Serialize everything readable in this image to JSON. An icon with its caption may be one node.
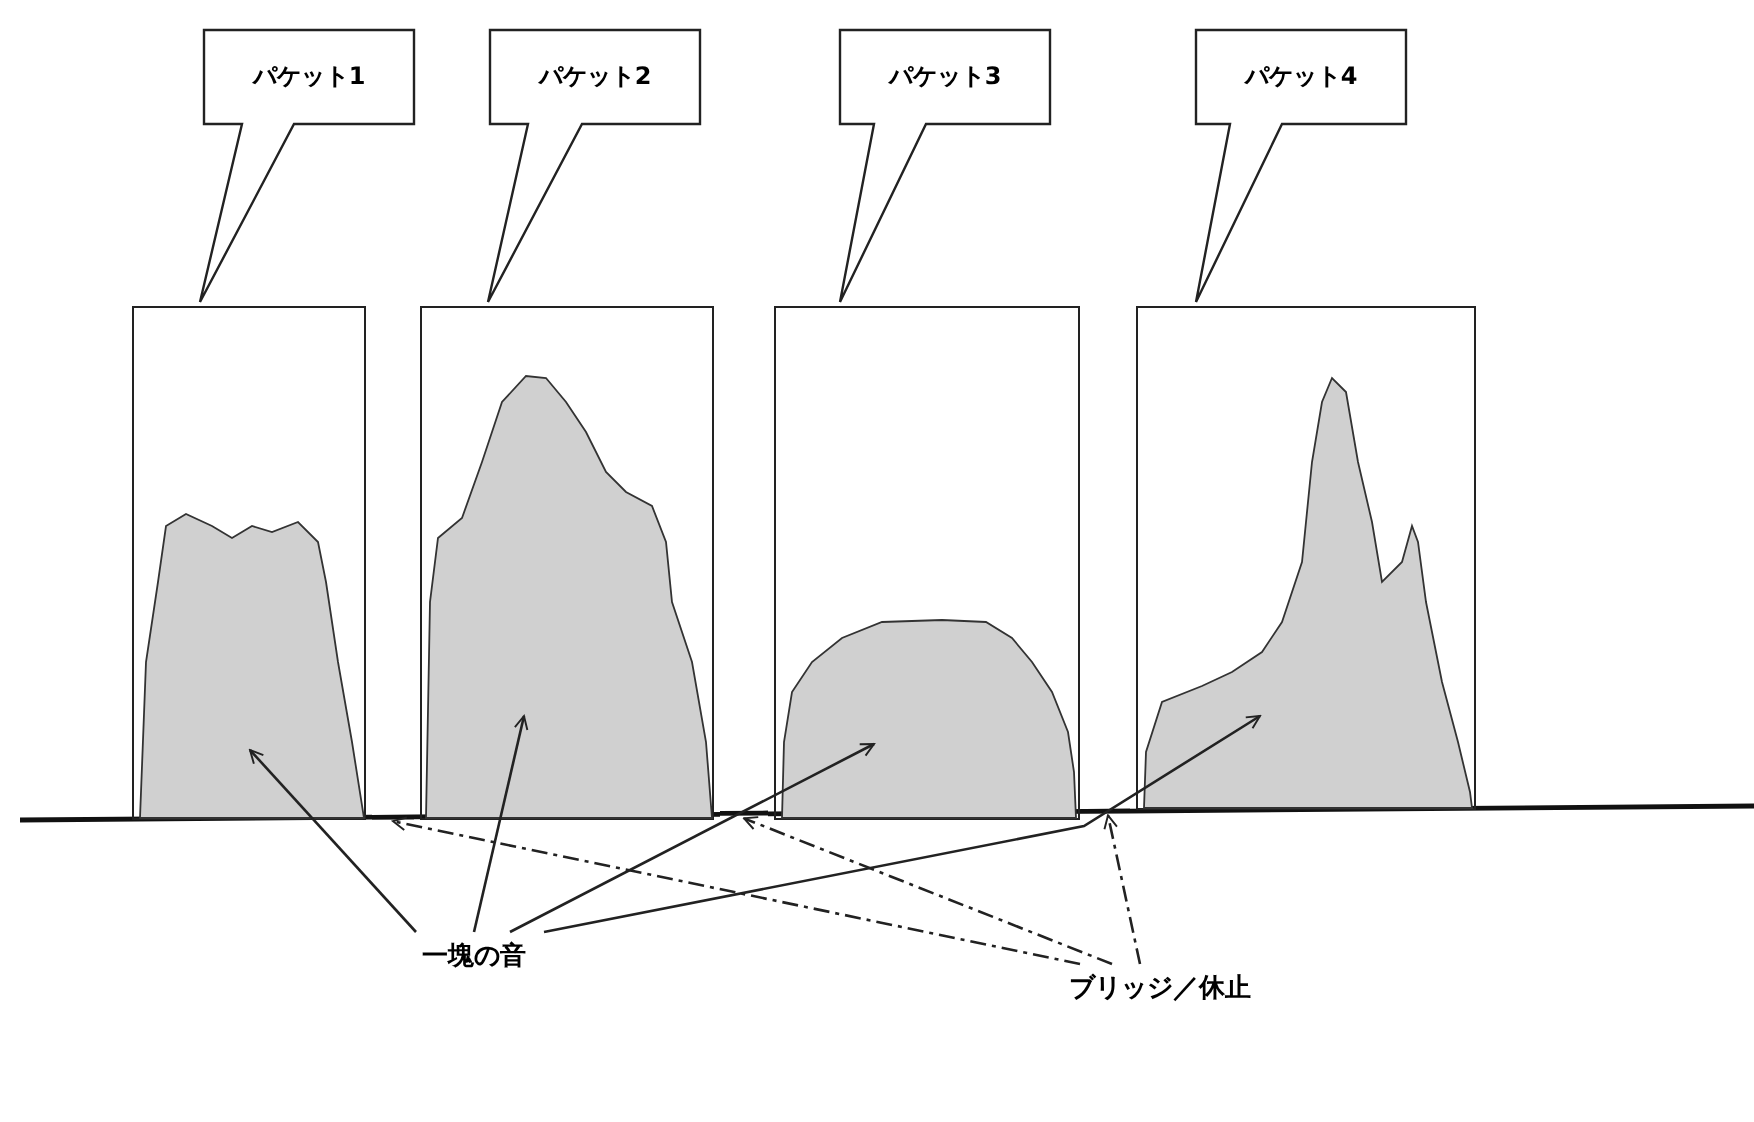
{
  "diagram": {
    "nodes": [
      {
        "text": [
          "パケット1"
        ]
      },
      {
        "text": [
          "パケット2"
        ]
      },
      {
        "text": [
          "パケット3"
        ]
      },
      {
        "text": [
          "パケット4"
        ]
      },
      {
        "text": [],
        "shape": "box"
      },
      {
        "text": [],
        "shape": "box"
      },
      {
        "text": [],
        "shape": "box"
      },
      {
        "text": [],
        "shape": "box"
      },
      {
        "text": [],
        "shape": "waveform",
        "in": 4
      },
      {
        "text": [],
        "shape": "waveform",
        "in": 5
      },
      {
        "text": [],
        "shape": "waveform",
        "in": 6
      },
      {
        "text": [],
        "shape": "waveform",
        "in": 7
      },
      {
        "text": [
          "一塊の音"
        ]
      },
      {
        "text": [
          "ブリッジ／休止"
        ]
      },
      {
        "text": [],
        "shape": "line"
      },
      {
        "text": [],
        "shape": "line"
      },
      {
        "text": [],
        "shape": "line"
      }
    ],
    "edges": [
      {
        "from": 12,
        "to": 8,
        "arrow": "to"
      },
      {
        "from": 12,
        "to": 9,
        "arrow": "to"
      },
      {
        "from": 12,
        "to": 10,
        "arrow": "to"
      },
      {
        "from": 12,
        "to": 11,
        "arrow": "to"
      },
      {
        "from": 13,
        "to": 14,
        "arrow": "to",
        "style": "dashed"
      },
      {
        "from": 13,
        "to": 15,
        "arrow": "to",
        "style": "dashed"
      },
      {
        "from": 13,
        "to": 16,
        "arrow": "to",
        "style": "dashed"
      }
    ]
  }
}
